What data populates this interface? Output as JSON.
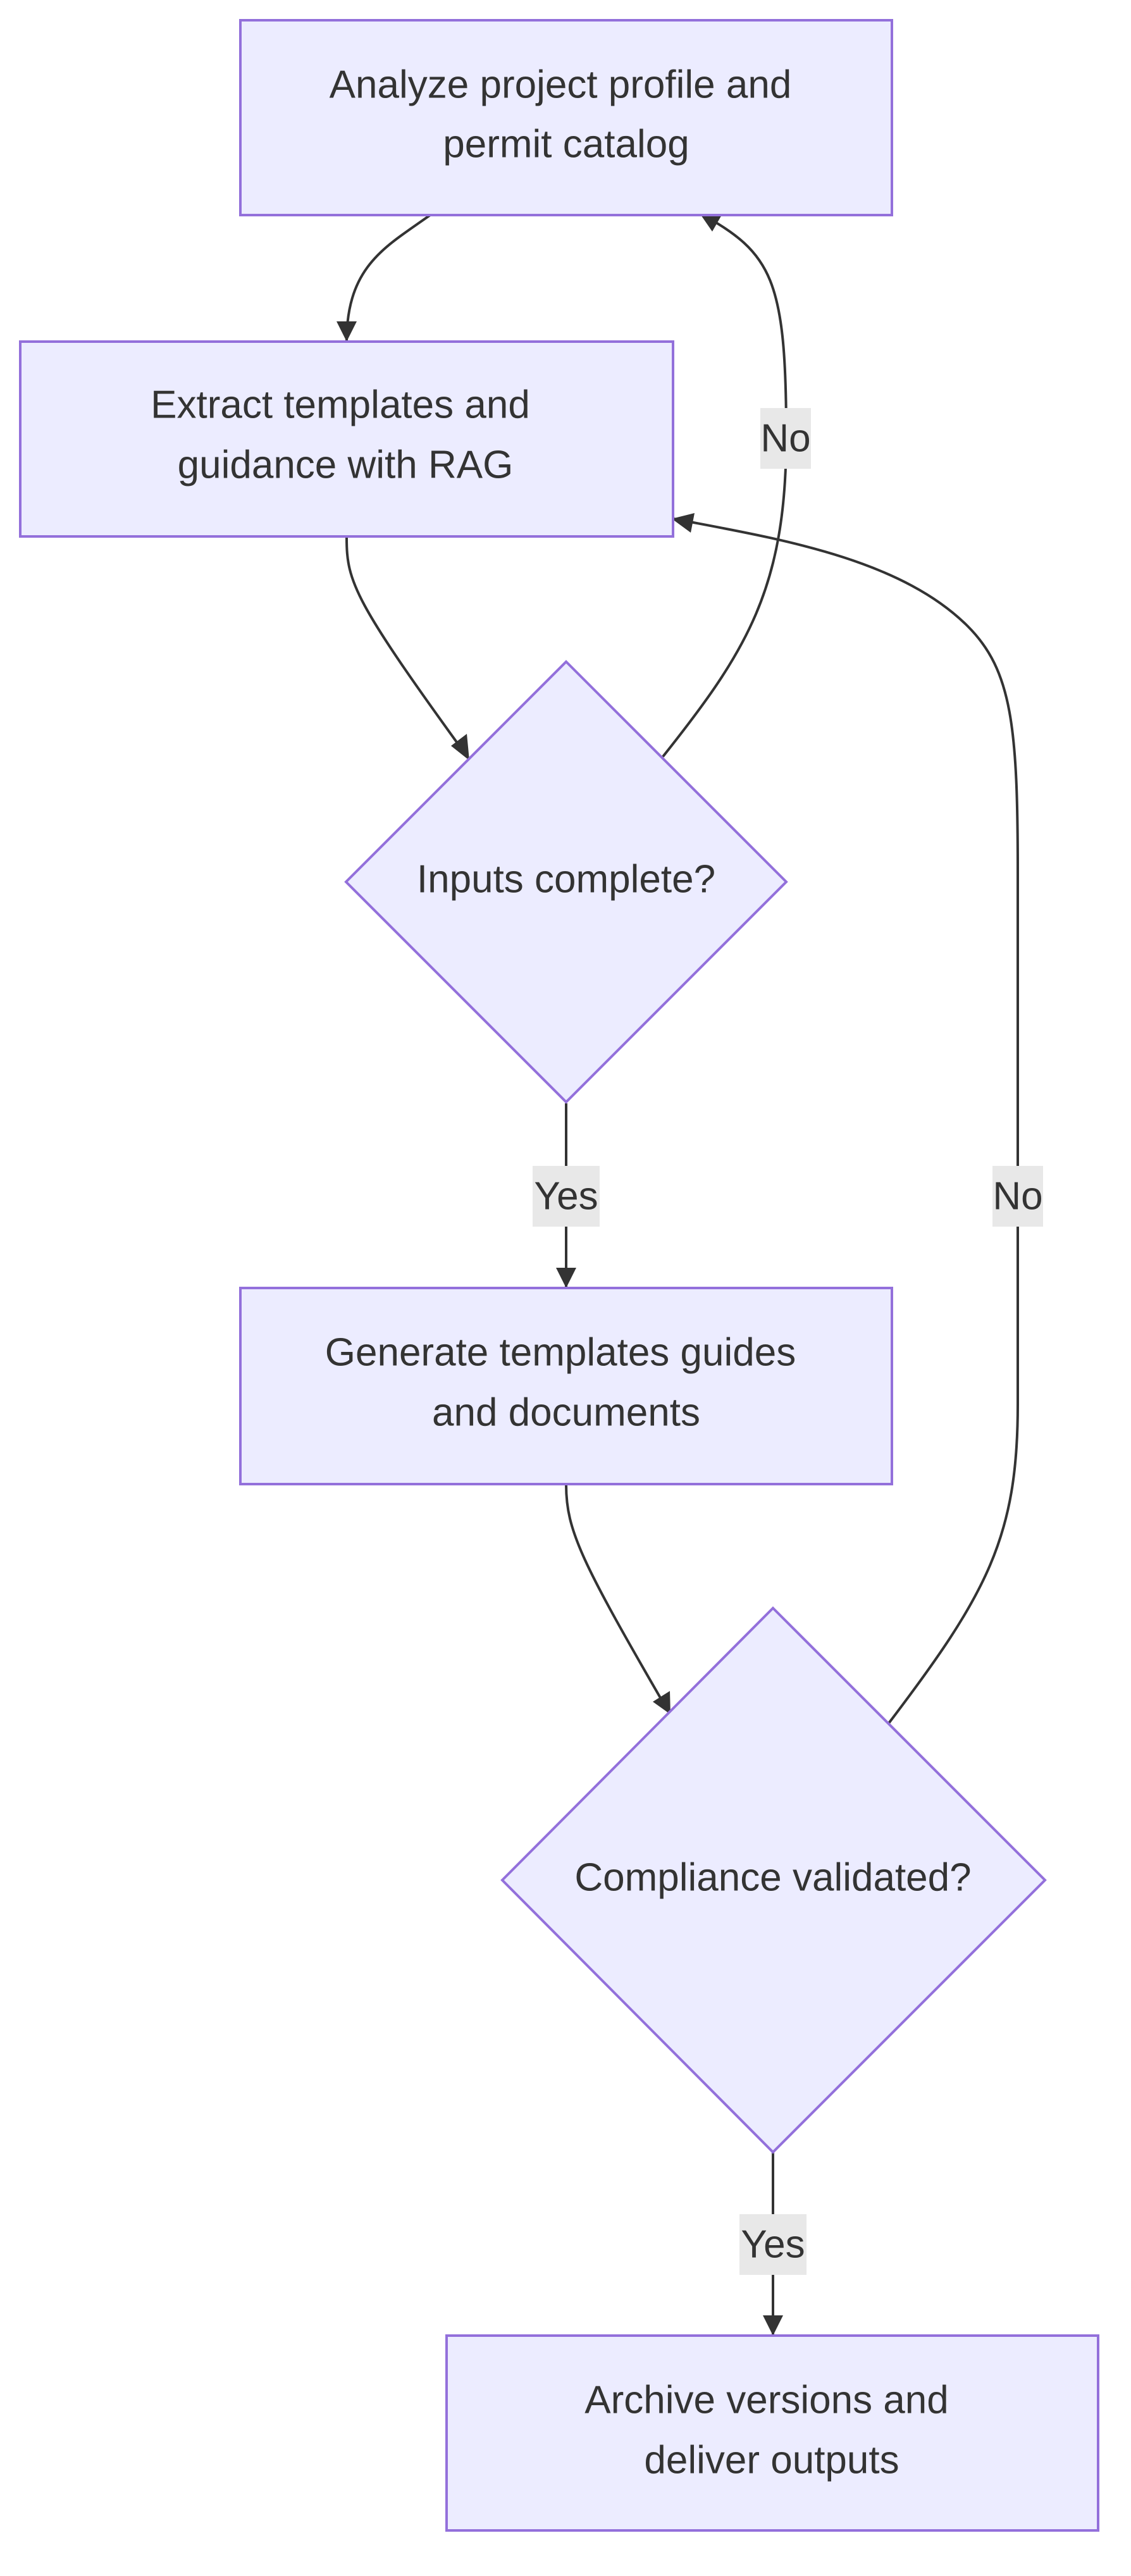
{
  "colors": {
    "node_fill": "#ececff",
    "node_stroke": "#9370db",
    "edge": "#333333",
    "text": "#333333",
    "label_bg": "#e8e8e8"
  },
  "nodes": {
    "analyze": {
      "line1": "Analyze project profile and",
      "line2": "permit catalog"
    },
    "extract": {
      "line1": "Extract templates and",
      "line2": "guidance with RAG"
    },
    "inputs_complete": {
      "label": "Inputs complete?"
    },
    "generate": {
      "line1": "Generate templates guides",
      "line2": "and documents"
    },
    "compliance": {
      "label": "Compliance validated?"
    },
    "archive": {
      "line1": "Archive versions and",
      "line2": "deliver outputs"
    }
  },
  "edges": {
    "inputs_no": "No",
    "inputs_yes": "Yes",
    "compliance_no": "No",
    "compliance_yes": "Yes"
  }
}
